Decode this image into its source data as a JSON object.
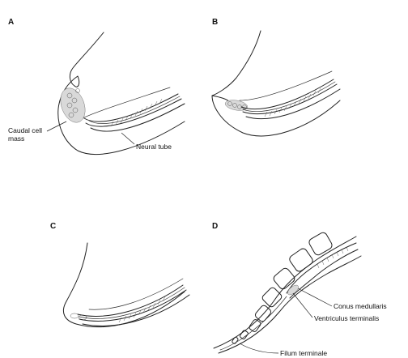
{
  "panels": [
    {
      "letter": "A",
      "labels": {
        "caudal_cell_mass_line1": "Caudal cell",
        "caudal_cell_mass_line2": "mass",
        "neural_tube": "Neural tube"
      }
    },
    {
      "letter": "B"
    },
    {
      "letter": "C"
    },
    {
      "letter": "D",
      "labels": {
        "conus_medullaris": "Conus medullaris",
        "ventriculus_terminalis": "Ventriculus terminalis",
        "filum_terminale": "Filum terminale"
      }
    }
  ]
}
